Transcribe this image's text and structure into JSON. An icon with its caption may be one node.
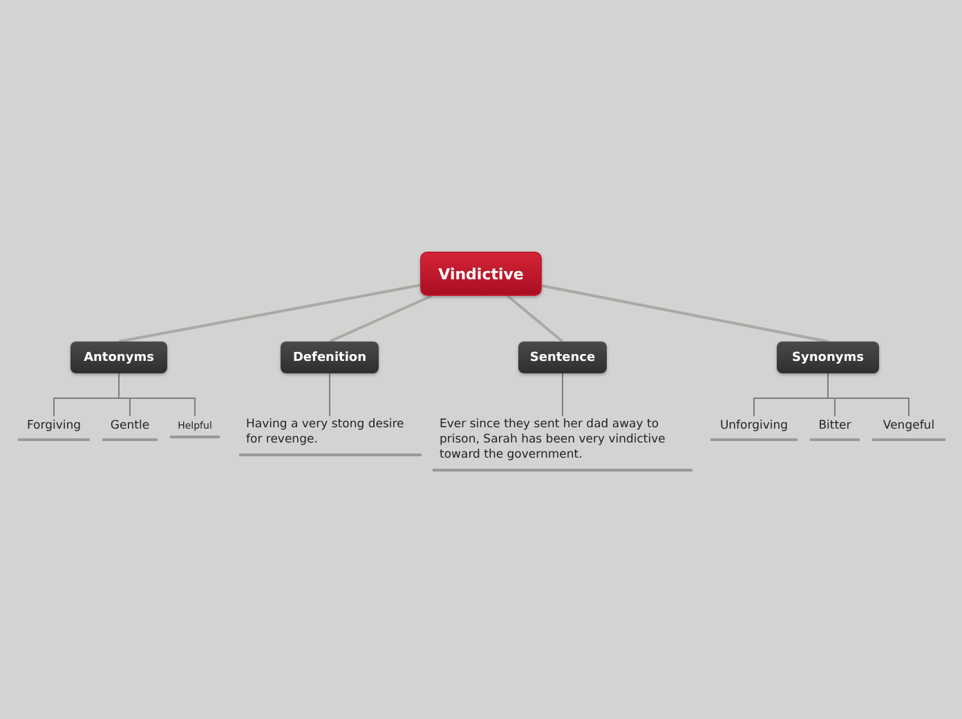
{
  "diagram": {
    "nodes": [
      {
        "text": [
          "Vindictive"
        ]
      },
      {
        "text": [
          "Antonyms"
        ]
      },
      {
        "text": [
          "Defenition"
        ]
      },
      {
        "text": [
          "Sentence"
        ]
      },
      {
        "text": [
          "Synonyms"
        ]
      },
      {
        "text": [
          "Forgiving"
        ]
      },
      {
        "text": [
          "Gentle"
        ]
      },
      {
        "text": [
          "Helpful"
        ]
      },
      {
        "text": [
          "Having a very stong desire for revenge."
        ]
      },
      {
        "text": [
          "Ever since they sent her dad away to prison, Sarah has been very vindictive toward the government."
        ]
      },
      {
        "text": [
          "Unforgiving"
        ]
      },
      {
        "text": [
          "Bitter"
        ]
      },
      {
        "text": [
          "Vengeful"
        ]
      }
    ],
    "edges": [
      {
        "from": 0,
        "to": 1,
        "arrow": "none"
      },
      {
        "from": 0,
        "to": 2,
        "arrow": "none"
      },
      {
        "from": 0,
        "to": 3,
        "arrow": "none"
      },
      {
        "from": 0,
        "to": 4,
        "arrow": "none"
      },
      {
        "from": 1,
        "to": 5,
        "arrow": "none"
      },
      {
        "from": 1,
        "to": 6,
        "arrow": "none"
      },
      {
        "from": 1,
        "to": 7,
        "arrow": "none"
      },
      {
        "from": 2,
        "to": 8,
        "arrow": "none"
      },
      {
        "from": 3,
        "to": 9,
        "arrow": "none"
      },
      {
        "from": 4,
        "to": 10,
        "arrow": "none"
      },
      {
        "from": 4,
        "to": 11,
        "arrow": "none"
      },
      {
        "from": 4,
        "to": 12,
        "arrow": "none"
      }
    ]
  }
}
